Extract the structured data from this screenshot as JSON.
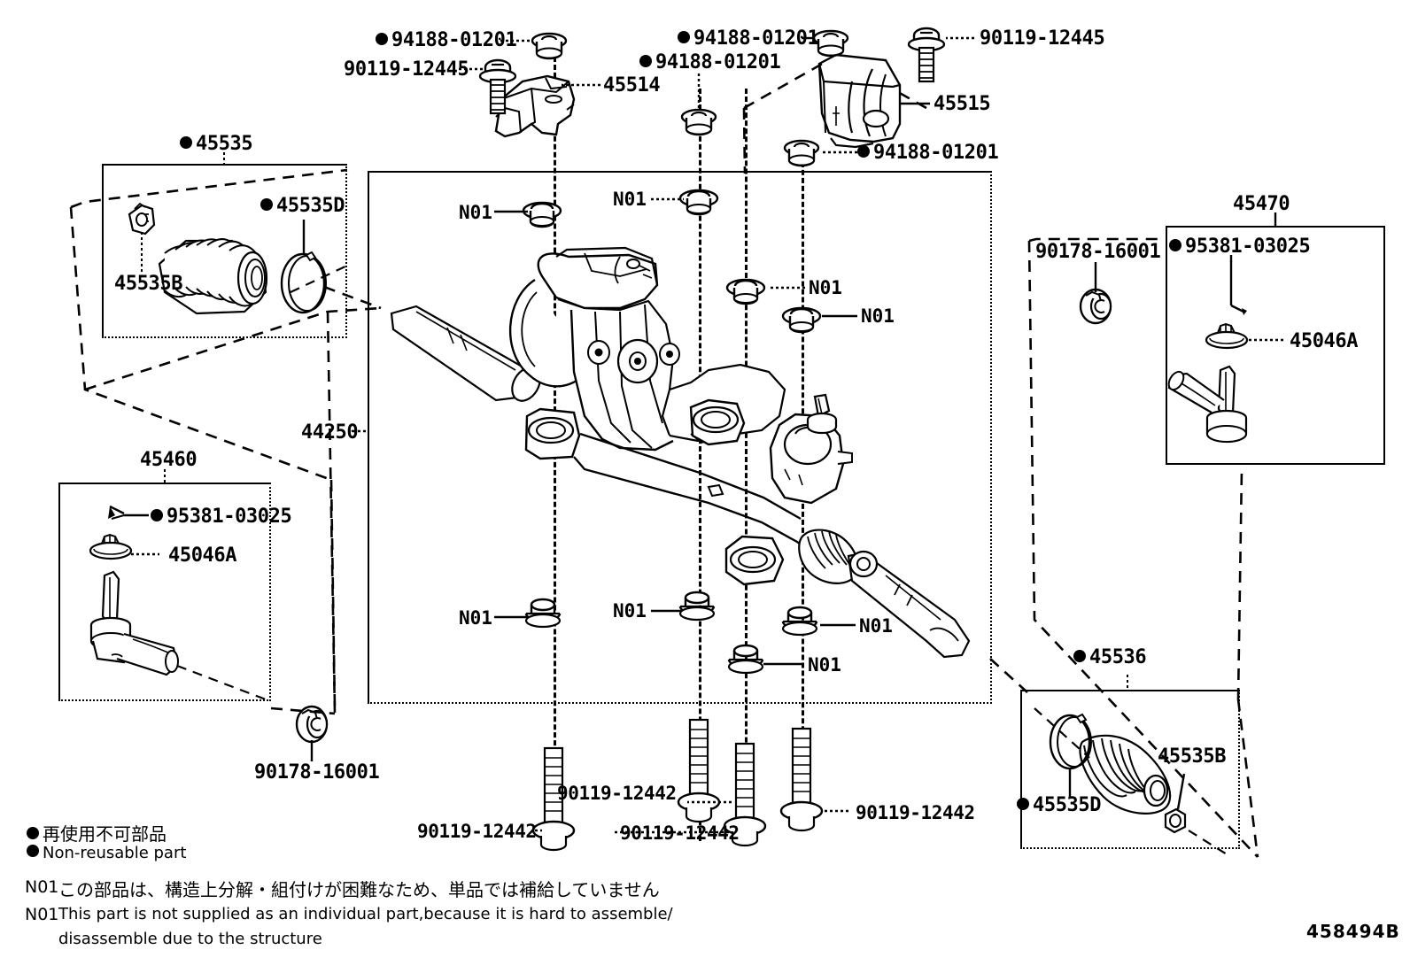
{
  "diagram": {
    "number": "458494B",
    "main_assembly_label": "44250"
  },
  "legend": {
    "nonreusable_jp": "再使用不可部品",
    "nonreusable_en": "Non-reusable part",
    "n01_code": "N01",
    "n01_jp": "この部品は、構造上分解・組付けが困難なため、単品では補給していません",
    "n01_en": "This part is not supplied as an individual part,because it is hard to assemble/",
    "n01_en2": "disassemble due to the structure"
  },
  "parts": {
    "top_left_nut": "94188-01201",
    "top_left_bolt": "90119-12445",
    "bracket_left": "45514",
    "top_mid_nut": "94188-01201",
    "top_mid_nut2": "94188-01201",
    "top_right_bolt": "90119-12445",
    "bracket_right": "45515",
    "bottom_right_nut": "94188-01201",
    "boot_kit_left": "45535",
    "clamp_small_left": "45535B",
    "clamp_ring_left": "45535D",
    "tie_rod_end_left": "45460",
    "cotter_pin_left": "95381-03025",
    "dust_cover_left": "45046A",
    "bushing_left": "90178-16001",
    "tie_rod_end_right": "45470",
    "cotter_pin_right": "95381-03025",
    "dust_cover_right": "45046A",
    "bushing_right": "90178-16001",
    "boot_kit_right": "45536",
    "clamp_small_right": "45535B",
    "clamp_ring_right": "45535D",
    "bolt_long_a": "90119-12442",
    "bolt_long_b": "90119-12442",
    "bolt_long_c": "90119-12442",
    "bolt_long_d": "90119-12442",
    "n01_label": "N01"
  },
  "n01_markers": [
    {
      "id": "n01-top-1",
      "label": "N01"
    },
    {
      "id": "n01-top-2",
      "label": "N01"
    },
    {
      "id": "n01-top-3",
      "label": "N01"
    },
    {
      "id": "n01-top-4",
      "label": "N01"
    },
    {
      "id": "n01-bot-1",
      "label": "N01"
    },
    {
      "id": "n01-bot-2",
      "label": "N01"
    },
    {
      "id": "n01-bot-3",
      "label": "N01"
    },
    {
      "id": "n01-bot-4",
      "label": "N01"
    }
  ],
  "colors": {
    "ink": "#000000",
    "paper": "#ffffff"
  }
}
